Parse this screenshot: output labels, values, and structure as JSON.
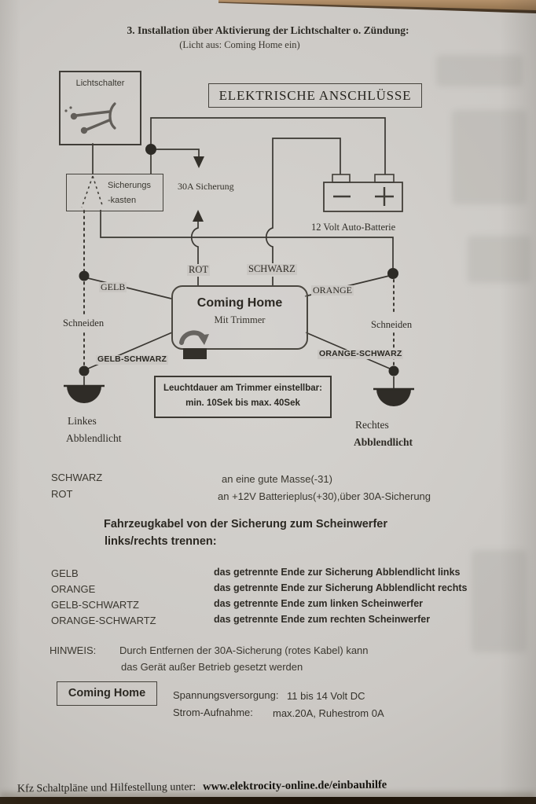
{
  "page": {
    "title_line1": "3. Installation über Aktivierung der Lichtschalter o. Zündung:",
    "title_line2": "(Licht aus: Coming Home ein)"
  },
  "diagram": {
    "lichtschalter_label": "Lichtschalter",
    "connections_title": "ELEKTRISCHE ANSCHLÜSSE",
    "fusebox_line1": "Sicherungs",
    "fusebox_line2": "-kasten",
    "fuse_label": "30A Sicherung",
    "battery_label": "12 Volt Auto-Batterie",
    "wire_rot": "ROT",
    "wire_schwarz": "SCHWARZ",
    "wire_gelb": "GELB",
    "wire_orange": "ORANGE",
    "wire_gelb_schwarz": "GELB-SCHWARZ",
    "wire_orange_schwarz": "ORANGE-SCHWARZ",
    "cut_left": "Schneiden",
    "cut_right": "Schneiden",
    "module_name": "Coming Home",
    "module_sub": "Mit Trimmer",
    "timer_line1": "Leuchtdauer am Trimmer einstellbar:",
    "timer_line2": "min. 10Sek bis max. 40Sek",
    "lamp_left_line1": "Linkes",
    "lamp_left_line2": "Abblendlicht",
    "lamp_right_line1": "Rechtes",
    "lamp_right_line2": "Abblendlicht",
    "icons": {
      "switch": "column-light-switch-icon",
      "trimmer": "rotary-trimmer-arrow-icon",
      "battery": "car-battery-icon",
      "lamp": "headlamp-half-disc-icon",
      "junction": "junction-dot",
      "cut_line": "dashed-cut-line"
    }
  },
  "notes": {
    "schwarz_label": "SCHWARZ",
    "schwarz_desc": "an eine gute Masse(-31)",
    "rot_label": "ROT",
    "rot_desc": "an +12V Batterieplus(+30),über 30A-Sicherung",
    "section_heading_line1": "Fahrzeugkabel von der Sicherung zum Scheinwerfer",
    "section_heading_line2": "links/rechts trennen:",
    "rows": [
      {
        "label": "GELB",
        "desc": "das getrennte Ende zur Sicherung Abblendlicht links"
      },
      {
        "label": "ORANGE",
        "desc": "das getrennte Ende zur Sicherung Abblendlicht rechts"
      },
      {
        "label": "GELB-SCHWARTZ",
        "desc": "das getrennte Ende zum linken Scheinwerfer"
      },
      {
        "label": "ORANGE-SCHWARTZ",
        "desc": "das getrennte Ende zum rechten Scheinwerfer"
      }
    ],
    "hinweis_label": "HINWEIS:",
    "hinweis_line1": "Durch Entfernen der 30A-Sicherung (rotes Kabel) kann",
    "hinweis_line2": "das Gerät außer Betrieb gesetzt werden"
  },
  "specs": {
    "product": "Coming Home",
    "voltage_label": "Spannungsversorgung:",
    "voltage_value": "11 bis 14 Volt DC",
    "current_label": "Strom-Aufnahme:",
    "current_value": "max.20A, Ruhestrom 0A"
  },
  "footer": {
    "text": "Kfz Schaltpläne und Hilfestellung unter:",
    "url": "www.elektrocity-online.de/einbauhilfe"
  },
  "colors": {
    "paper": "#cbc8c4",
    "ink": "#34312c",
    "wire": "#3a3732",
    "top_sliver": "#a8875f",
    "bottom_bar": "#231a0e"
  }
}
